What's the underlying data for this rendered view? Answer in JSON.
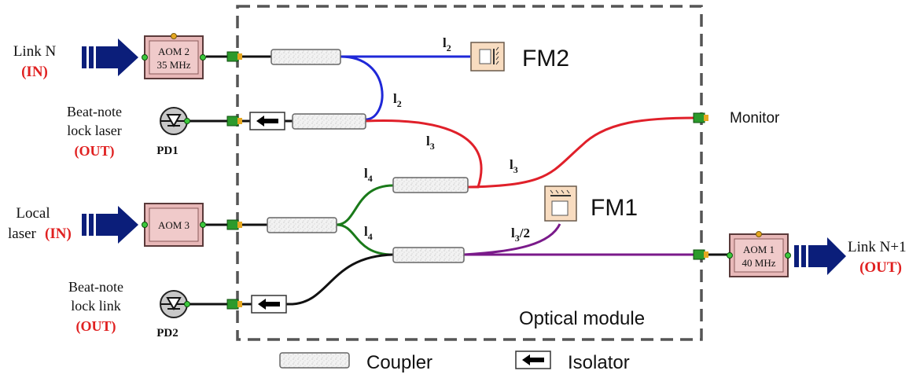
{
  "link_n": {
    "label": "Link N",
    "tag": "(IN)"
  },
  "local_laser": {
    "label": "Local",
    "label2": "laser",
    "tag": "(IN)"
  },
  "beat_note_lock_laser": {
    "line1": "Beat-note",
    "line2": "lock laser",
    "tag": "(OUT)"
  },
  "beat_note_lock_link": {
    "line1": "Beat-note",
    "line2": "lock link",
    "tag": "(OUT)"
  },
  "link_n1": {
    "label": "Link N+1",
    "tag": "(OUT)"
  },
  "monitor": {
    "label": "Monitor"
  },
  "pd1": {
    "label": "PD1"
  },
  "pd2": {
    "label": "PD2"
  },
  "aom2": {
    "line1": "AOM 2",
    "line2": "35 MHz"
  },
  "aom3": {
    "line1": "AOM 3"
  },
  "aom1": {
    "line1": "AOM 1",
    "line2": "40 MHz"
  },
  "fm2": {
    "label": "FM2"
  },
  "fm1": {
    "label": "FM1"
  },
  "fibers": {
    "l2_top": {
      "base": "l",
      "sub": "2"
    },
    "l2_mid": {
      "base": "l",
      "sub": "2"
    },
    "l3_a": {
      "base": "l",
      "sub": "3"
    },
    "l3_b": {
      "base": "l",
      "sub": "3"
    },
    "l4_a": {
      "base": "l",
      "sub": "4"
    },
    "l4_b": {
      "base": "l",
      "sub": "4"
    },
    "l3_half": {
      "base": "l",
      "sub": "3",
      "suffix": "/2"
    }
  },
  "module": {
    "label": "Optical module"
  },
  "legend": {
    "coupler": "Coupler",
    "isolator": "Isolator"
  },
  "colors": {
    "blue": "#1f28d8",
    "red": "#e0202a",
    "green": "#1a7a1a",
    "purple": "#7a1a8a",
    "arrow": "#0b1e7a",
    "accent_red": "#e02020",
    "aom_fill": "#e8b8b8"
  }
}
